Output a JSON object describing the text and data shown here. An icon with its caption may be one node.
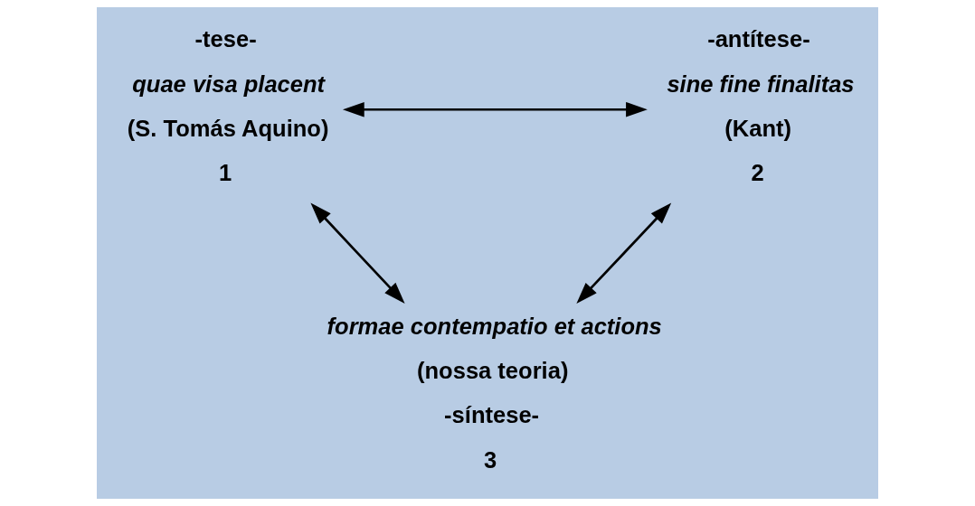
{
  "diagram": {
    "nodes": [
      {
        "text": [
          "-tese-",
          "quae visa placent",
          "(S. Tomás Aquino)",
          "1"
        ]
      },
      {
        "text": [
          "-antítese-",
          "sine fine finalitas",
          "(Kant)",
          "2"
        ]
      },
      {
        "text": [
          "formae contempatio et actions",
          "(nossa teoria)",
          "-síntese-",
          "3"
        ]
      }
    ],
    "edges": [
      {
        "from": 0,
        "to": 1,
        "arrow": "both"
      },
      {
        "from": 0,
        "to": 2,
        "arrow": "both"
      },
      {
        "from": 1,
        "to": 2,
        "arrow": "both"
      }
    ]
  }
}
